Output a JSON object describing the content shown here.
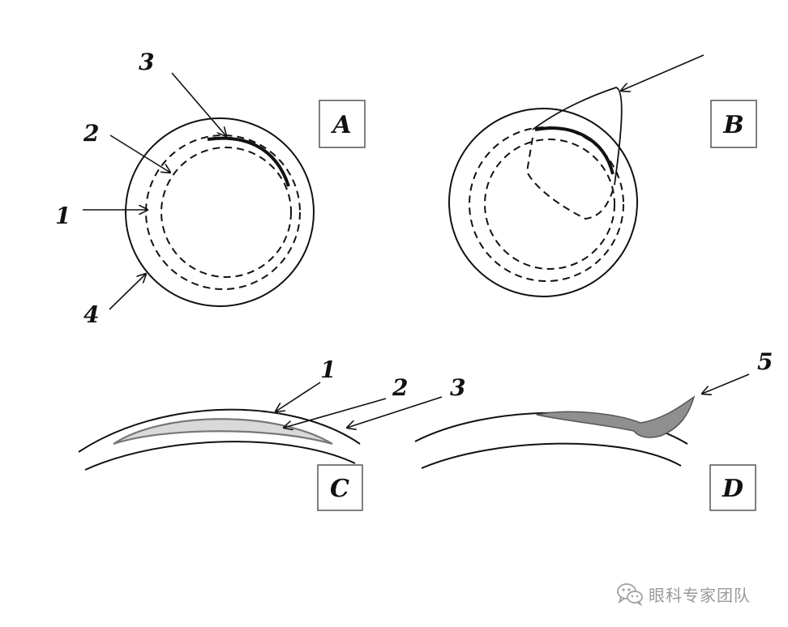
{
  "panels": {
    "A": {
      "tag": "A"
    },
    "B": {
      "tag": "B"
    },
    "C": {
      "tag": "C"
    },
    "D": {
      "tag": "D"
    }
  },
  "labels": {
    "a1": "1",
    "a2": "2",
    "a3": "3",
    "a4": "4",
    "c1": "1",
    "c2": "2",
    "c3": "3",
    "d5": "5"
  },
  "watermark": {
    "text": "眼科专家团队",
    "icon": "wechat-icon"
  }
}
